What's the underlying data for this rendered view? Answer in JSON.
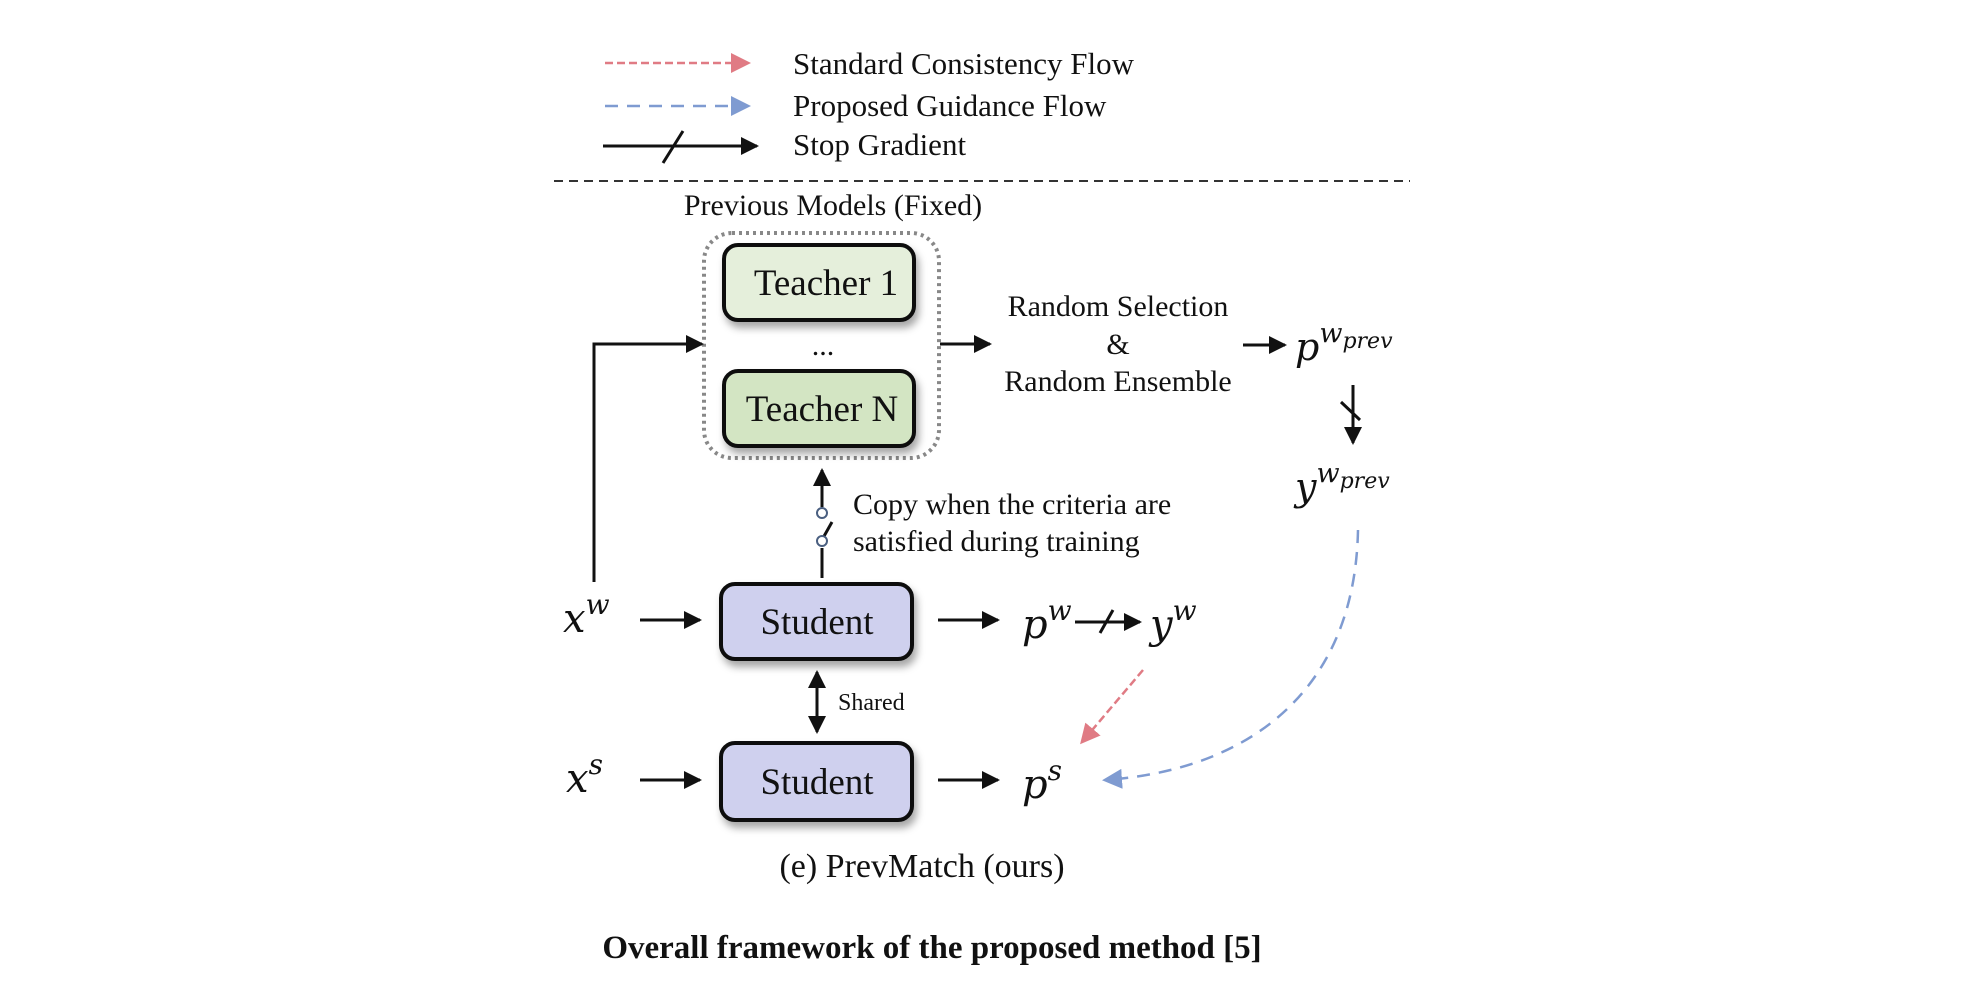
{
  "legend": {
    "items": [
      {
        "name": "standard-consistency-flow",
        "label": "Standard Consistency Flow",
        "style": "dashed",
        "color": "#e07b84"
      },
      {
        "name": "proposed-guidance-flow",
        "label": "Proposed Guidance Flow",
        "style": "dashed",
        "color": "#7f9bd1"
      },
      {
        "name": "stop-gradient",
        "label": "Stop Gradient",
        "style": "solid-slashed",
        "color": "#111111"
      }
    ]
  },
  "diagram": {
    "group_label": "Previous Models (Fixed)",
    "teachers": [
      {
        "label": "Teacher 1",
        "fill": "#e5efdb"
      },
      {
        "label": "Teacher N",
        "fill": "#d3e5c3"
      }
    ],
    "ellipsis": "...",
    "selection_text": [
      "Random Selection",
      "&",
      "Random Ensemble"
    ],
    "copy_text": [
      "Copy when the criteria are",
      "satisfied during training"
    ],
    "students": [
      {
        "label": "Student",
        "fill": "#cfd0ee"
      },
      {
        "label": "Student",
        "fill": "#cfd0ee"
      }
    ],
    "shared_label": "Shared",
    "vars": {
      "xw": {
        "base": "x",
        "sup": "w"
      },
      "xs": {
        "base": "x",
        "sup": "s"
      },
      "pw": {
        "base": "p",
        "sup": "w"
      },
      "yw": {
        "base": "y",
        "sup": "w"
      },
      "ps": {
        "base": "p",
        "sup": "s"
      },
      "pwprev": {
        "base": "p",
        "sup": "w",
        "sub": "prev"
      },
      "ywprev": {
        "base": "y",
        "sup": "w",
        "sub": "prev"
      }
    },
    "subcaption": "(e) PrevMatch (ours)"
  },
  "figure_title": "Overall framework of the proposed method [5]"
}
